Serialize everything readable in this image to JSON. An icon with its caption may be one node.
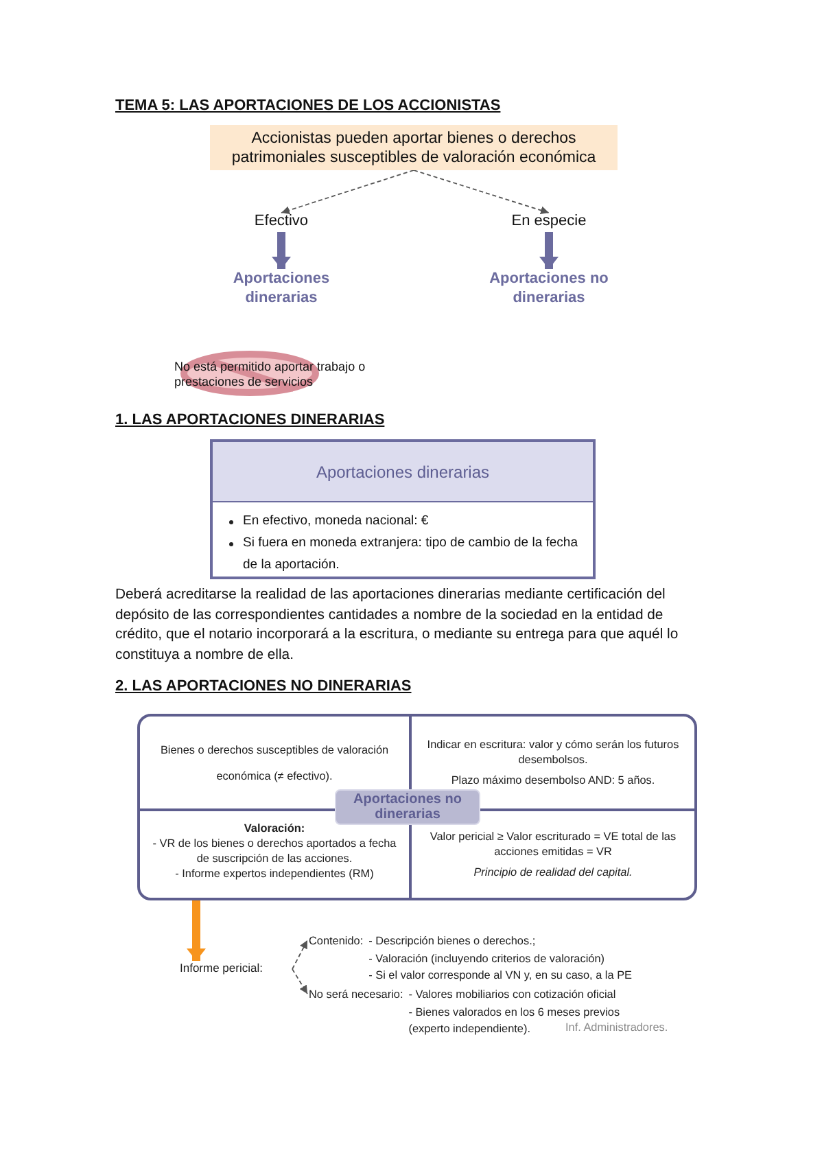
{
  "diagram": {
    "title": "TEMA 5: LAS APORTACIONES DE LOS ACCIONISTAS",
    "nodes": [
      {
        "text": [
          "Accionistas pueden aportar bienes o derechos patrimoniales susceptibles de valoración económica"
        ]
      },
      {
        "text": [
          "Efectivo"
        ]
      },
      {
        "text": [
          "En especie"
        ]
      },
      {
        "text": [
          "Aportaciones dinerarias"
        ]
      },
      {
        "text": [
          "Aportaciones no dinerarias"
        ]
      },
      {
        "text": [
          "Aportaciones dinerarias",
          "En efectivo, moneda nacional: €",
          "Si fuera en moneda extranjera: tipo de cambio de la fecha de la aportación."
        ]
      },
      {
        "text": [],
        "shape": "box"
      },
      {
        "text": [
          "Bienes o derechos susceptibles de valoración económica (≠ efectivo)."
        ],
        "in": 6
      },
      {
        "text": [
          "Indicar en escritura: valor y cómo serán los futuros desembolsos.",
          "Plazo máximo desembolso AND: 5 años."
        ],
        "in": 6
      },
      {
        "text": [
          "Valoración:",
          "- VR de los bienes o derechos aportados a fecha de suscripción de las acciones.",
          "- Informe expertos independientes (RM)"
        ],
        "in": 6
      },
      {
        "text": [
          "Valor pericial ≥ Valor escriturado = VE total de las acciones emitidas = VR",
          "Principio de realidad del capital."
        ],
        "in": 6
      },
      {
        "text": [
          "Aportaciones no dinerarias"
        ],
        "in": 6
      },
      {
        "text": [
          "Informe pericial:"
        ]
      },
      {
        "text": [
          "Contenido:",
          "- Descripción bienes o derechos.;",
          "- Valoración (incluyendo criterios de valoración)",
          "- Si el valor corresponde al VN y, en su caso, a la PE"
        ]
      },
      {
        "text": [
          "No será necesario:",
          "- Valores mobiliarios con cotización oficial",
          "- Bienes valorados en los 6 meses previos (experto independiente)."
        ],
        "beside": [
          "Inf. Administradores."
        ]
      }
    ],
    "edges": [
      {
        "from": 0,
        "to": 1,
        "arrow": "to",
        "style": "dashed"
      },
      {
        "from": 0,
        "to": 2,
        "arrow": "to",
        "style": "dashed"
      },
      {
        "from": 1,
        "to": 3,
        "arrow": "to",
        "style": "thick",
        "color": "#6b6b9e"
      },
      {
        "from": 2,
        "to": 4,
        "arrow": "to",
        "style": "thick",
        "color": "#6b6b9e"
      },
      {
        "from": 9,
        "to": 12,
        "arrow": "to",
        "style": "thick",
        "color": "#f7941d"
      },
      {
        "from": 12,
        "to": 13,
        "arrow": "to",
        "style": "dashed"
      },
      {
        "from": 12,
        "to": 14,
        "arrow": "to",
        "style": "dashed"
      }
    ],
    "labels": [
      "No está permitido aportar trabajo o prestaciones de servicios",
      "1. LAS APORTACIONES DINERARIAS",
      "Deberá acreditarse la realidad de las aportaciones dinerarias mediante certificación del depósito de las correspondientes cantidades a nombre de la sociedad en la entidad de crédito, que el notario incorporará a la escritura, o mediante su entrega para que aquél lo constituya a nombre de ella.",
      "2. LAS APORTACIONES NO DINERARIAS"
    ]
  }
}
